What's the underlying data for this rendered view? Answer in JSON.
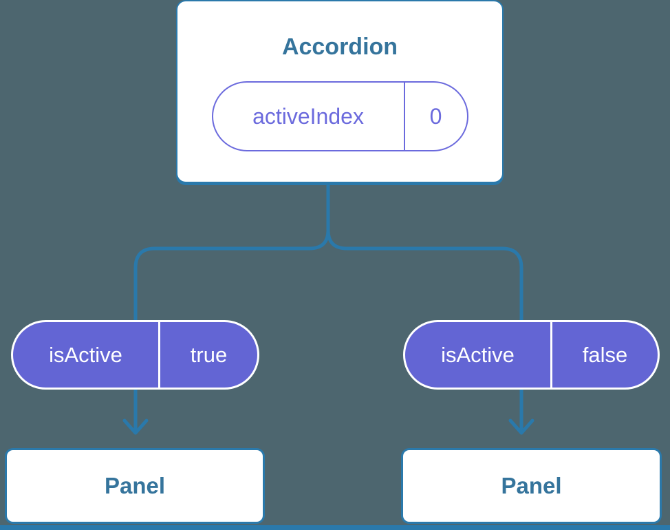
{
  "diagram": {
    "background_color": "#4d666f",
    "connector_color": "#2a79ab",
    "pill_fill_color": "#6365d4",
    "pill_outline_color": "#6b6add",
    "node_text_color": "#35749c",
    "root": {
      "title": "Accordion",
      "state_pill": {
        "label": "activeIndex",
        "value": "0"
      }
    },
    "children": [
      {
        "prop_pill": {
          "label": "isActive",
          "value": "true"
        },
        "title": "Panel"
      },
      {
        "prop_pill": {
          "label": "isActive",
          "value": "false"
        },
        "title": "Panel"
      }
    ]
  }
}
